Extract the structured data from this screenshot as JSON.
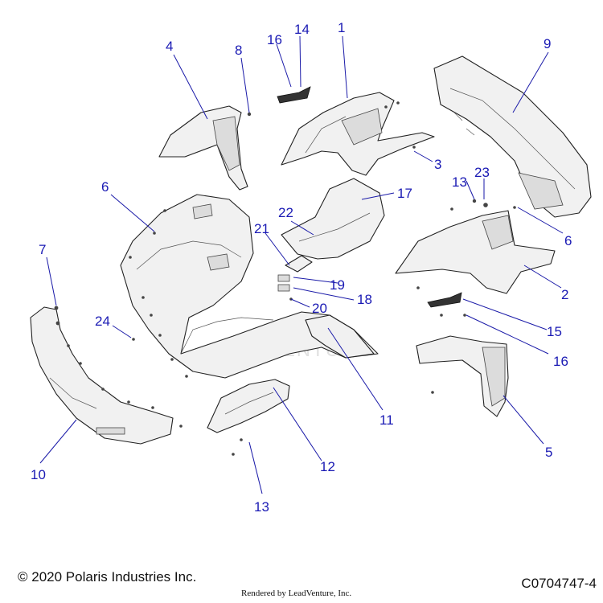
{
  "footer": {
    "copyright": "© 2020 Polaris Industries Inc.",
    "diagram_id": "C0704747-4",
    "rendered_by": "Rendered by LeadVenture, Inc."
  },
  "watermark": "LEADVENTURE",
  "callouts": [
    {
      "id": "c1",
      "label": "1"
    },
    {
      "id": "c2",
      "label": "2"
    },
    {
      "id": "c3",
      "label": "3"
    },
    {
      "id": "c4",
      "label": "4"
    },
    {
      "id": "c5",
      "label": "5"
    },
    {
      "id": "c6a",
      "label": "6"
    },
    {
      "id": "c6b",
      "label": "6"
    },
    {
      "id": "c7",
      "label": "7"
    },
    {
      "id": "c8",
      "label": "8"
    },
    {
      "id": "c9",
      "label": "9"
    },
    {
      "id": "c10",
      "label": "10"
    },
    {
      "id": "c11",
      "label": "11"
    },
    {
      "id": "c12",
      "label": "12"
    },
    {
      "id": "c13a",
      "label": "13"
    },
    {
      "id": "c13b",
      "label": "13"
    },
    {
      "id": "c14",
      "label": "14"
    },
    {
      "id": "c15",
      "label": "15"
    },
    {
      "id": "c16a",
      "label": "16"
    },
    {
      "id": "c16b",
      "label": "16"
    },
    {
      "id": "c17",
      "label": "17"
    },
    {
      "id": "c18",
      "label": "18"
    },
    {
      "id": "c19",
      "label": "19"
    },
    {
      "id": "c20",
      "label": "20"
    },
    {
      "id": "c21",
      "label": "21"
    },
    {
      "id": "c22",
      "label": "22"
    },
    {
      "id": "c23",
      "label": "23"
    },
    {
      "id": "c24",
      "label": "24"
    }
  ]
}
